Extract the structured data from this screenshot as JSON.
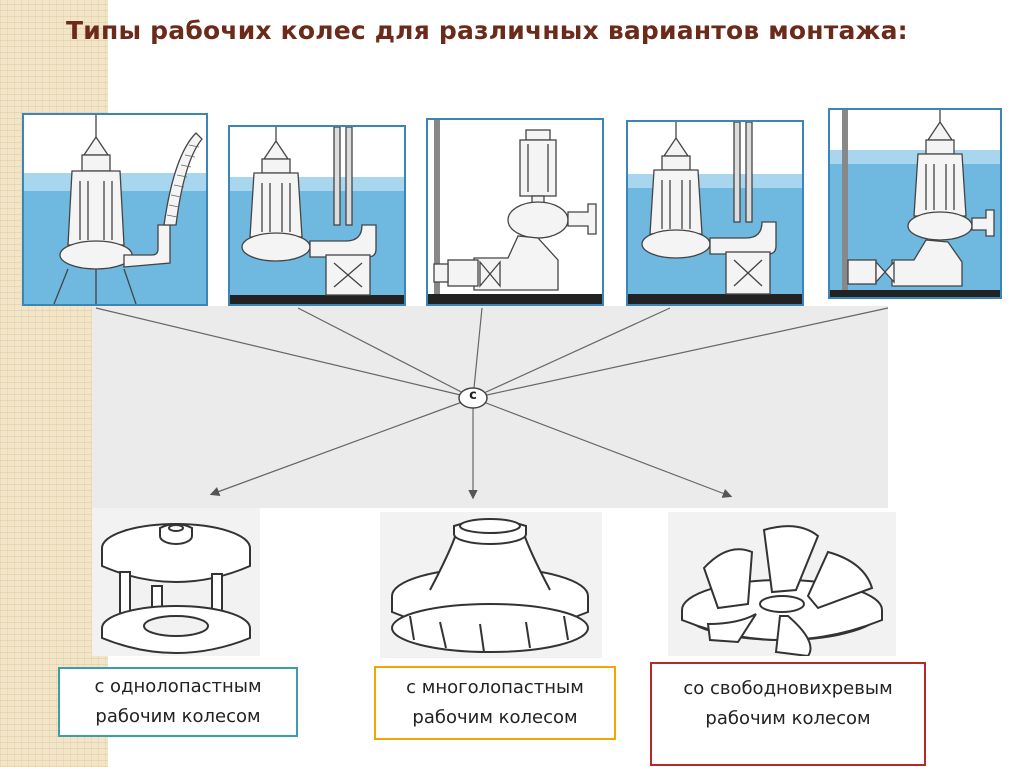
{
  "slide": {
    "title": "Типы рабочих колес для различных вариантов монтажа:"
  },
  "hub": {
    "label": "c"
  },
  "installations": [
    {
      "id": "flex-hose"
    },
    {
      "id": "auto-coupling-short"
    },
    {
      "id": "dry-vertical"
    },
    {
      "id": "auto-coupling-tall"
    },
    {
      "id": "dry-horizontal"
    }
  ],
  "impellers": [
    {
      "kind": "single-blade",
      "line1": "с однолопастным",
      "line2": "рабочим колесом",
      "border_color": "#3a9fa8"
    },
    {
      "kind": "multi-blade",
      "line1": "с многолопастным",
      "line2": "рабочим колесом",
      "border_color": "#f0a800"
    },
    {
      "kind": "free-vortex",
      "line1": "со свободновихревым",
      "line2": "рабочим колесом",
      "border_color": "#b52a2a"
    }
  ],
  "colors": {
    "title": "#6b2a1a",
    "panel_border": "#3b86b6",
    "water": "#6fb8e0"
  }
}
